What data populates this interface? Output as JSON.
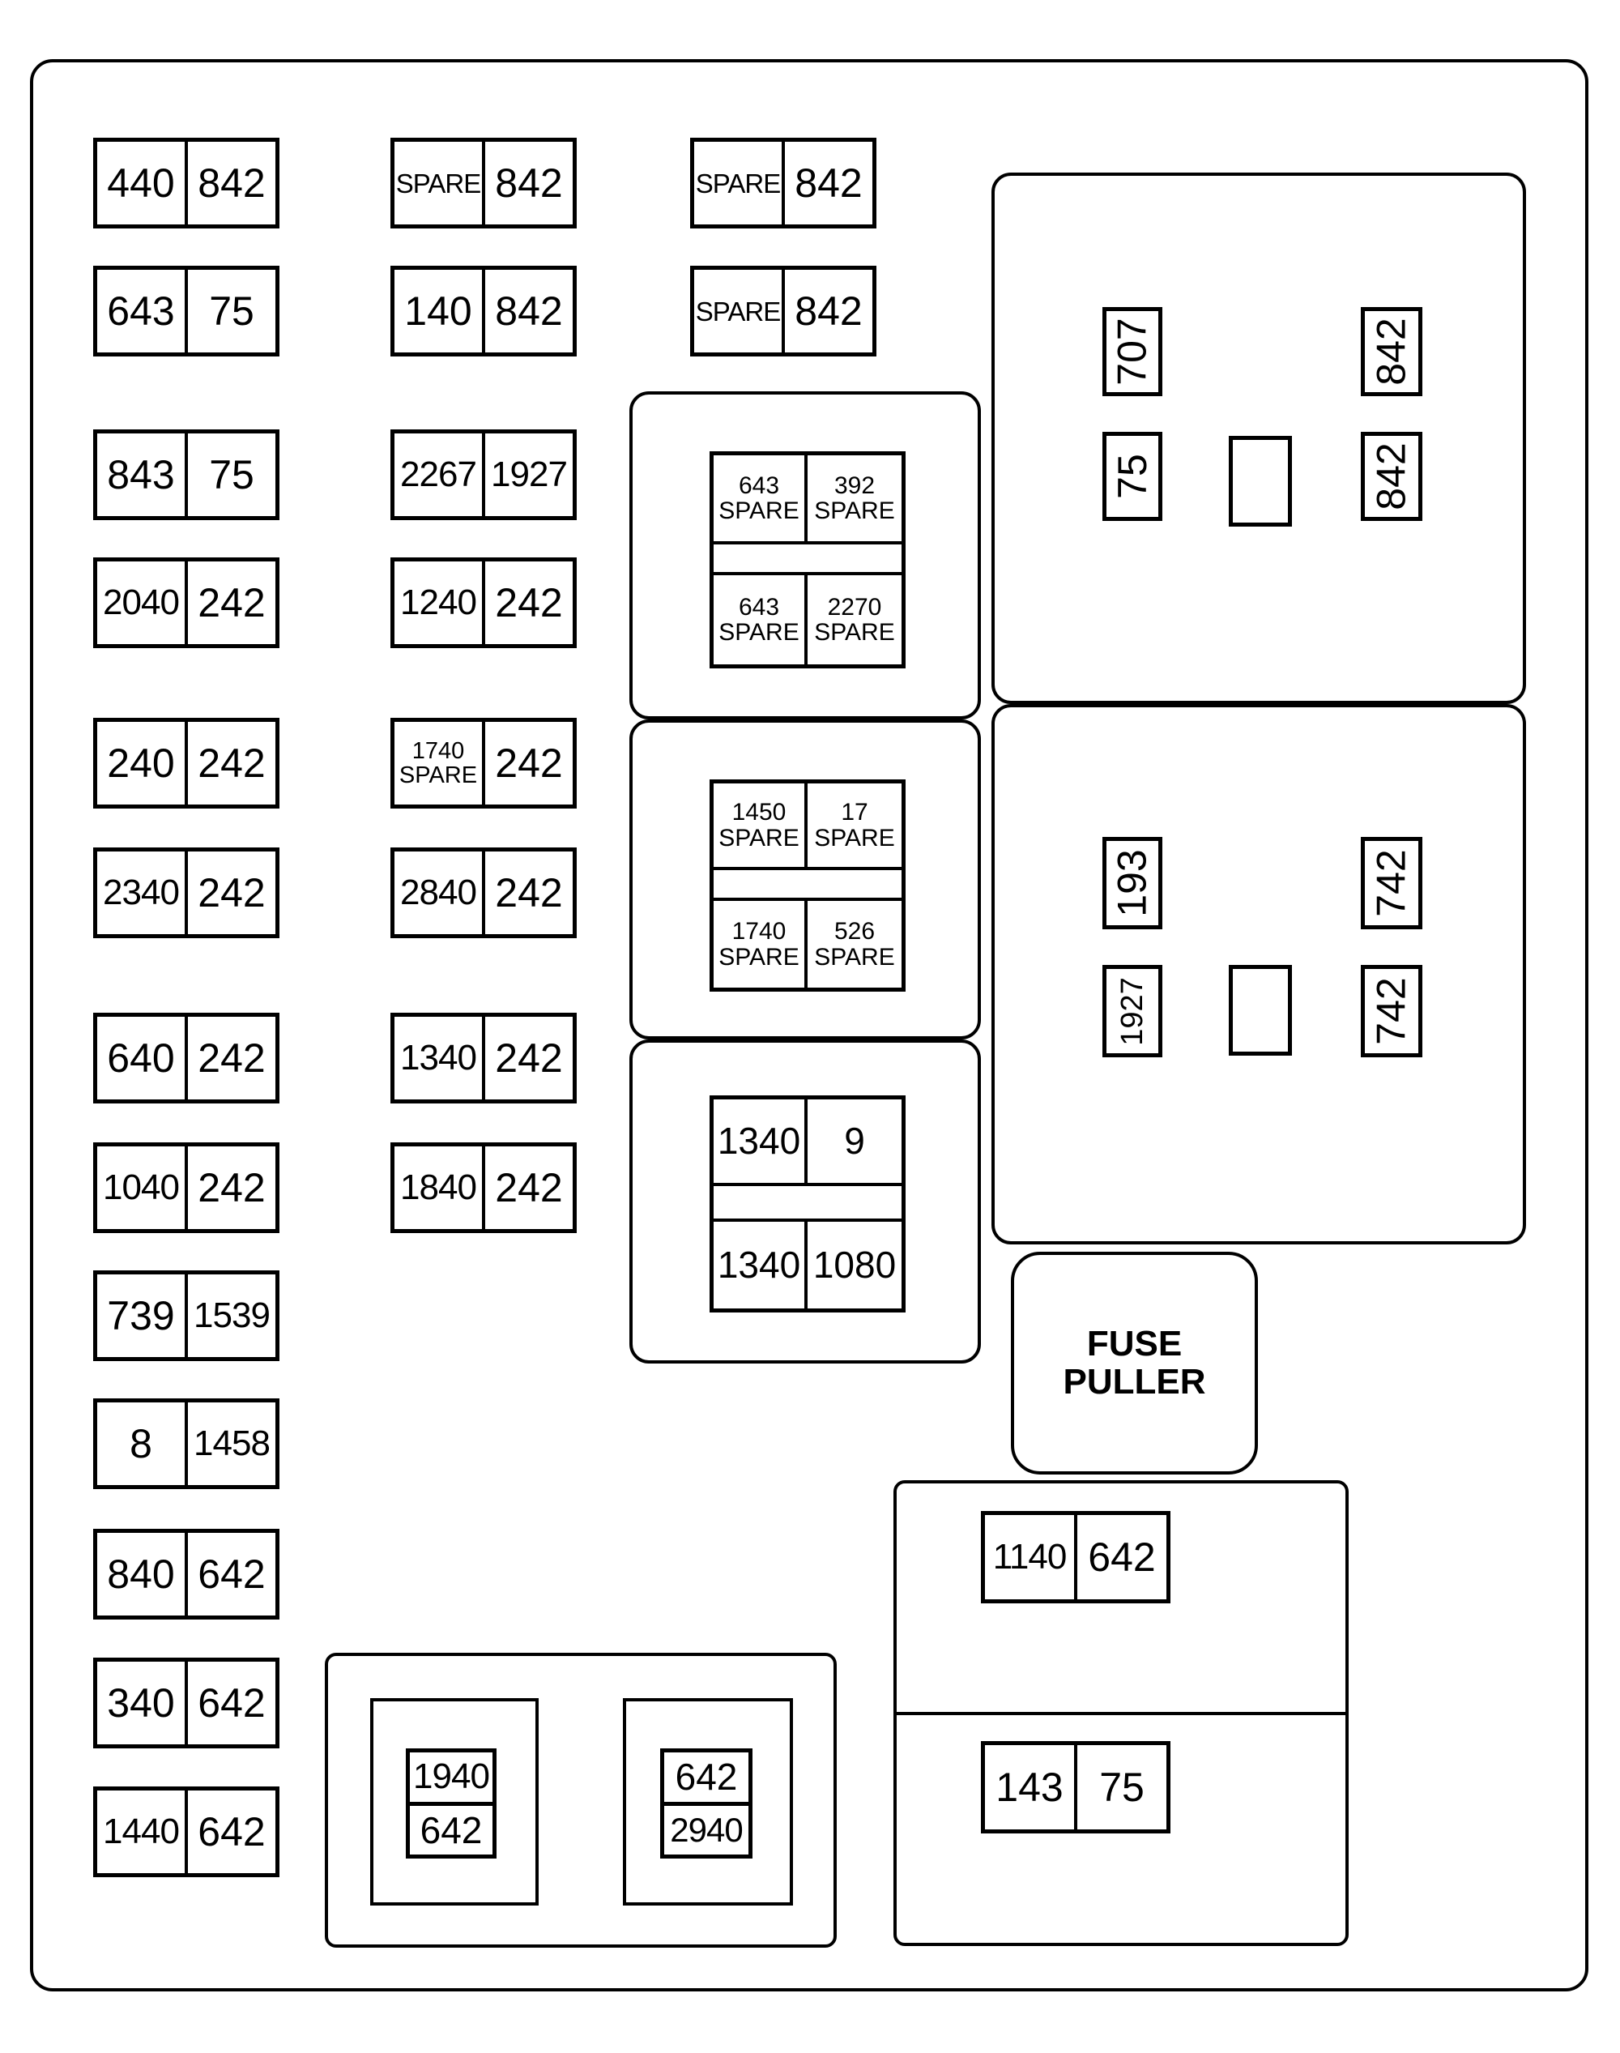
{
  "col1": [
    [
      "440",
      "842"
    ],
    [
      "643",
      "75"
    ],
    [
      "843",
      "75"
    ],
    [
      "2040",
      "242"
    ],
    [
      "240",
      "242"
    ],
    [
      "2340",
      "242"
    ],
    [
      "640",
      "242"
    ],
    [
      "1040",
      "242"
    ],
    [
      "739",
      "1539"
    ],
    [
      "8",
      "1458"
    ],
    [
      "840",
      "642"
    ],
    [
      "340",
      "642"
    ],
    [
      "1440",
      "642"
    ]
  ],
  "col2": [
    [
      "SPARE",
      "842"
    ],
    [
      "140",
      "842"
    ],
    [
      "2267",
      "1927"
    ],
    [
      "1240",
      "242"
    ],
    [
      "1740 SPARE",
      "242"
    ],
    [
      "2840",
      "242"
    ],
    [
      "1340",
      "242"
    ],
    [
      "1840",
      "242"
    ]
  ],
  "col3": [
    [
      "SPARE",
      "842"
    ],
    [
      "SPARE",
      "842"
    ]
  ],
  "relay1": [
    [
      "643",
      "SPARE"
    ],
    [
      "392",
      "SPARE"
    ],
    [
      "643",
      "SPARE"
    ],
    [
      "2270",
      "SPARE"
    ]
  ],
  "relay2": [
    [
      "1450",
      "SPARE"
    ],
    [
      "17",
      "SPARE"
    ],
    [
      "1740",
      "SPARE"
    ],
    [
      "526",
      "SPARE"
    ]
  ],
  "relay3": [
    "1340",
    "9",
    "1340",
    "1080"
  ],
  "right_top": {
    "left_top": "707",
    "left_bottom": "75",
    "right_top": "842",
    "right_bottom": "842"
  },
  "right_mid": {
    "left_top": "193",
    "left_bottom": "1927",
    "right_top": "742",
    "right_bottom": "742"
  },
  "fuse_puller": [
    "FUSE",
    "PULLER"
  ],
  "br_top": [
    "1140",
    "642"
  ],
  "br_bottom": [
    "143",
    "75"
  ],
  "bottom_left": [
    "1940",
    "642"
  ],
  "bottom_right": [
    "642",
    "2940"
  ]
}
